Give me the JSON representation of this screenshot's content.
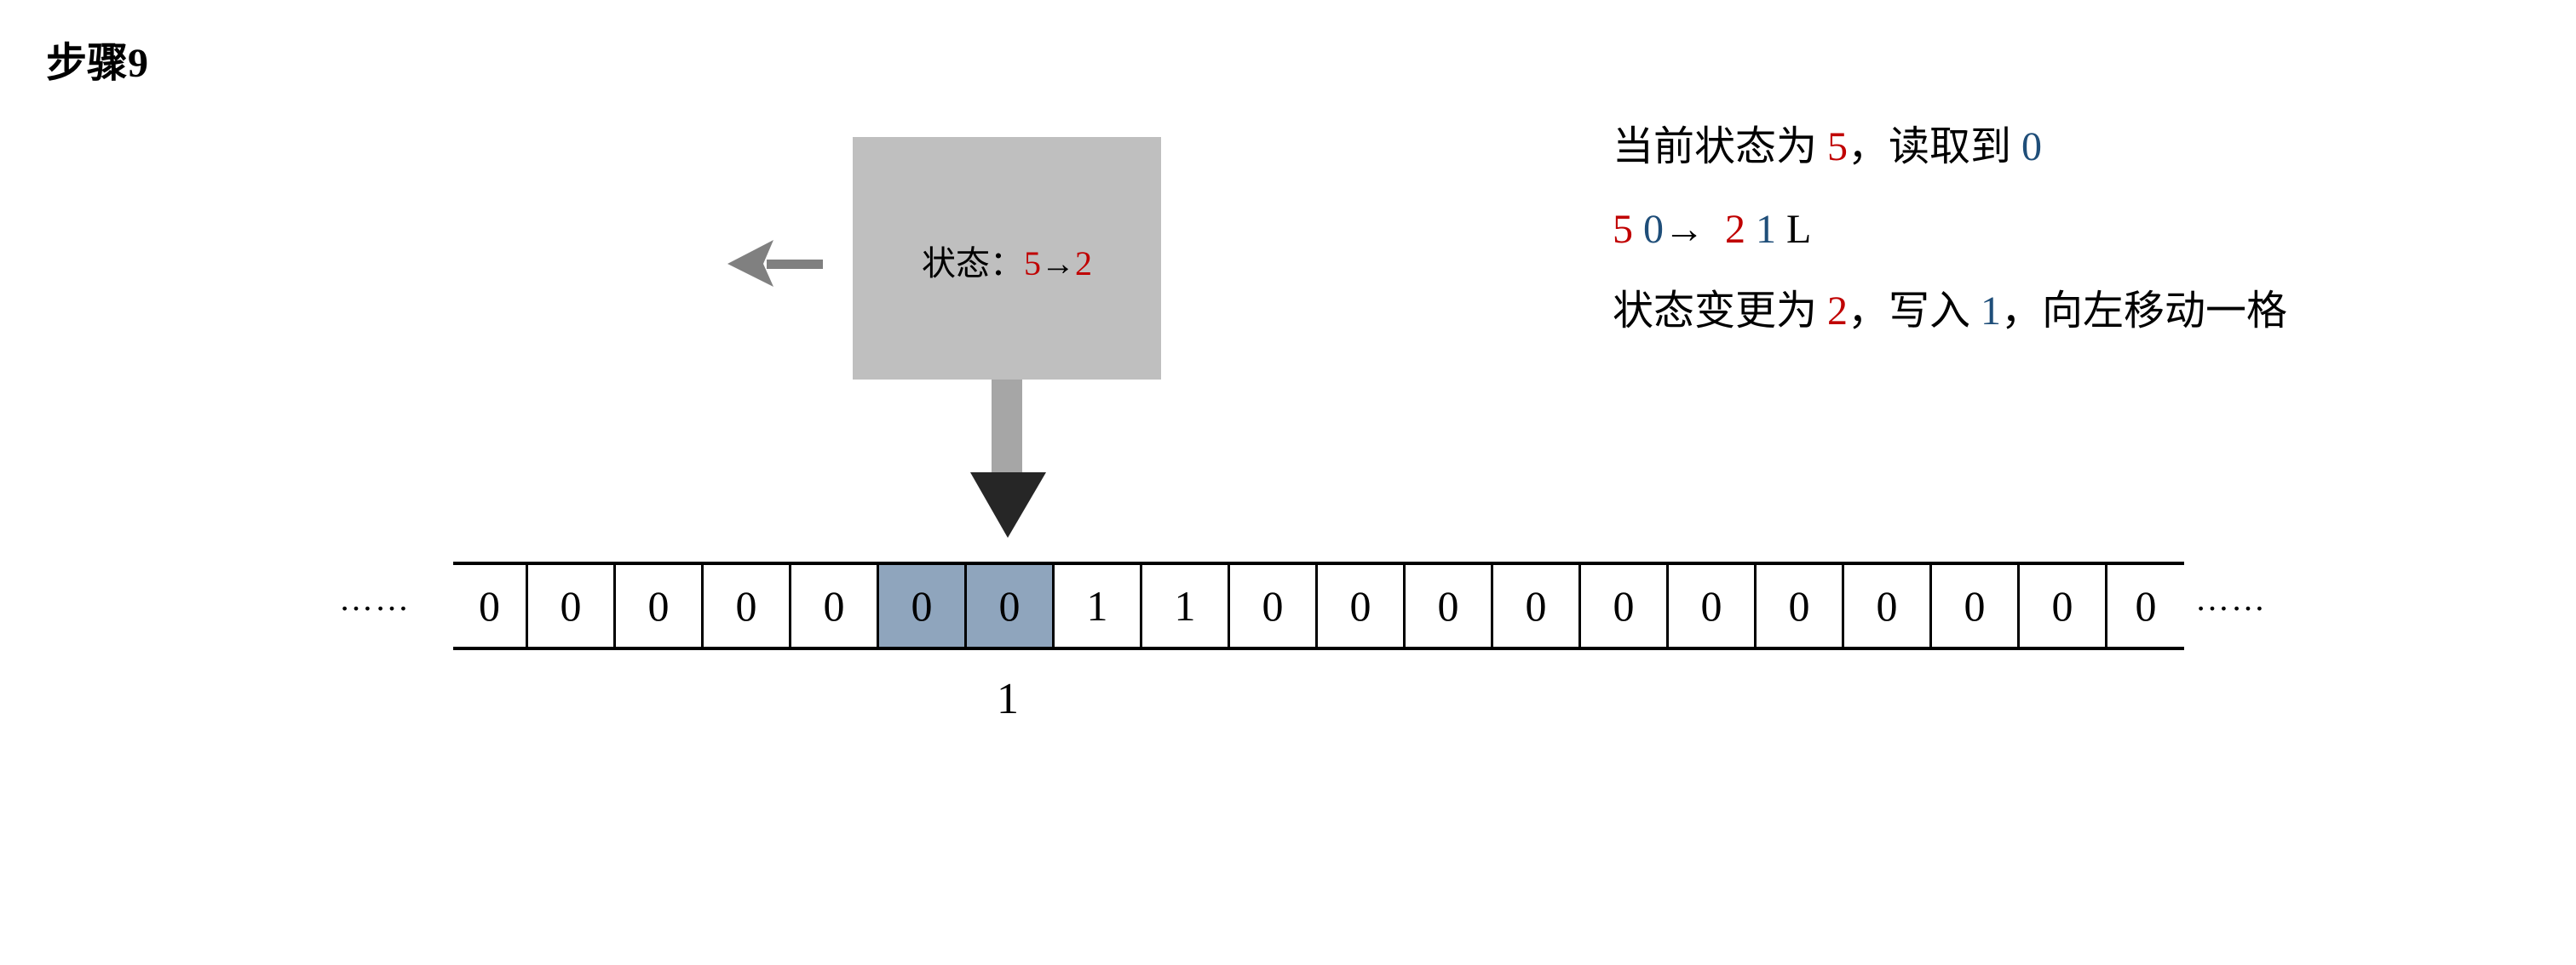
{
  "title": "步骤9",
  "head": {
    "label_prefix": "状态：",
    "from_state": "5",
    "arrow": "→",
    "to_state": "2",
    "move_direction": "left"
  },
  "tape": {
    "cells": [
      "0",
      "0",
      "0",
      "0",
      "0",
      "0",
      "0",
      "1",
      "1",
      "0",
      "0",
      "0",
      "0",
      "0",
      "0",
      "0",
      "0",
      "0",
      "0",
      "0"
    ],
    "highlighted": [
      5,
      6
    ],
    "head_index": 6,
    "highlight_color": "#8fa5bd",
    "left_ellipsis": "……",
    "right_ellipsis": "……",
    "written_value_label": "1"
  },
  "info": {
    "line1": {
      "text": "当前状态为 ",
      "state": "5",
      "mid": "，读取到 ",
      "read": "0"
    },
    "line2": {
      "state": "5",
      "read": "0",
      "arrow": "→ ",
      "new_state": "2",
      "write": "1",
      "move": "L"
    },
    "line3": {
      "text": "状态变更为 ",
      "state": "2",
      "mid": "，写入 ",
      "write": "1",
      "tail": "，向左移动一格"
    }
  },
  "colors": {
    "state": "#c00000",
    "symbol": "#1f4e79",
    "head_box": "#bfbfbf"
  }
}
